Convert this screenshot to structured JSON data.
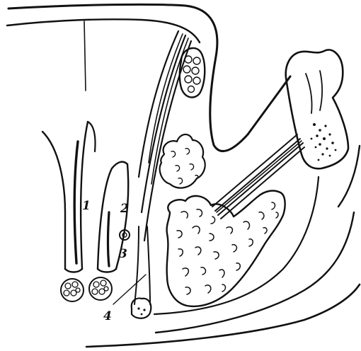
{
  "figure": {
    "labels": [
      {
        "key": "l1",
        "text": "1"
      },
      {
        "key": "l2",
        "text": "2"
      },
      {
        "key": "l3",
        "text": "3"
      },
      {
        "key": "l4",
        "text": "4"
      }
    ]
  },
  "colors": {
    "ink": "#111111",
    "paper": "#ffffff"
  },
  "icons": [
    "tooth-icon",
    "muscle-icon",
    "gland-icon",
    "nerve-bundle-icon",
    "vessel-icon"
  ]
}
